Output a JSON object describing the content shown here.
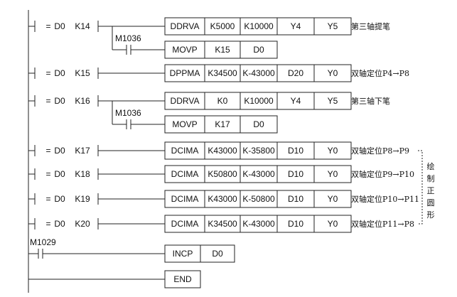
{
  "rungs": [
    {
      "compare": {
        "op": "=",
        "src": "D0",
        "val": "K14"
      },
      "instructions": [
        [
          "DDRVA",
          "K5000",
          "K10000",
          "Y4",
          "Y5"
        ]
      ],
      "branch": {
        "contact": "M1036",
        "instruction": [
          "MOVP",
          "K15",
          "D0"
        ]
      },
      "comment": "第三轴提笔"
    },
    {
      "compare": {
        "op": "=",
        "src": "D0",
        "val": "K15"
      },
      "instructions": [
        [
          "DPPMA",
          "K34500",
          "K-43000",
          "D20",
          "Y0"
        ]
      ],
      "comment": "双轴定位P4→P8"
    },
    {
      "compare": {
        "op": "=",
        "src": "D0",
        "val": "K16"
      },
      "instructions": [
        [
          "DDRVA",
          "K0",
          "K10000",
          "Y4",
          "Y5"
        ]
      ],
      "branch": {
        "contact": "M1036",
        "instruction": [
          "MOVP",
          "K17",
          "D0"
        ]
      },
      "comment": "第三轴下笔"
    },
    {
      "compare": {
        "op": "=",
        "src": "D0",
        "val": "K17"
      },
      "instructions": [
        [
          "DCIMA",
          "K43000",
          "K-35800",
          "D10",
          "Y0"
        ]
      ],
      "comment": "双轴定位P8→P9"
    },
    {
      "compare": {
        "op": "=",
        "src": "D0",
        "val": "K18"
      },
      "instructions": [
        [
          "DCIMA",
          "K50800",
          "K-43000",
          "D10",
          "Y0"
        ]
      ],
      "comment": "双轴定位P9→P10"
    },
    {
      "compare": {
        "op": "=",
        "src": "D0",
        "val": "K19"
      },
      "instructions": [
        [
          "DCIMA",
          "K43000",
          "K-50800",
          "D10",
          "Y0"
        ]
      ],
      "comment": "双轴定位P10→P11"
    },
    {
      "compare": {
        "op": "=",
        "src": "D0",
        "val": "K20"
      },
      "instructions": [
        [
          "DCIMA",
          "K34500",
          "K-43000",
          "D10",
          "Y0"
        ]
      ],
      "comment": "双轴定位P11→P8"
    }
  ],
  "incp_rung": {
    "contact": "M1029",
    "instruction": [
      "INCP",
      "D0"
    ]
  },
  "end_rung": {
    "instruction": "END"
  },
  "group_note": [
    "绘",
    "制",
    "正",
    "圆",
    "形"
  ]
}
